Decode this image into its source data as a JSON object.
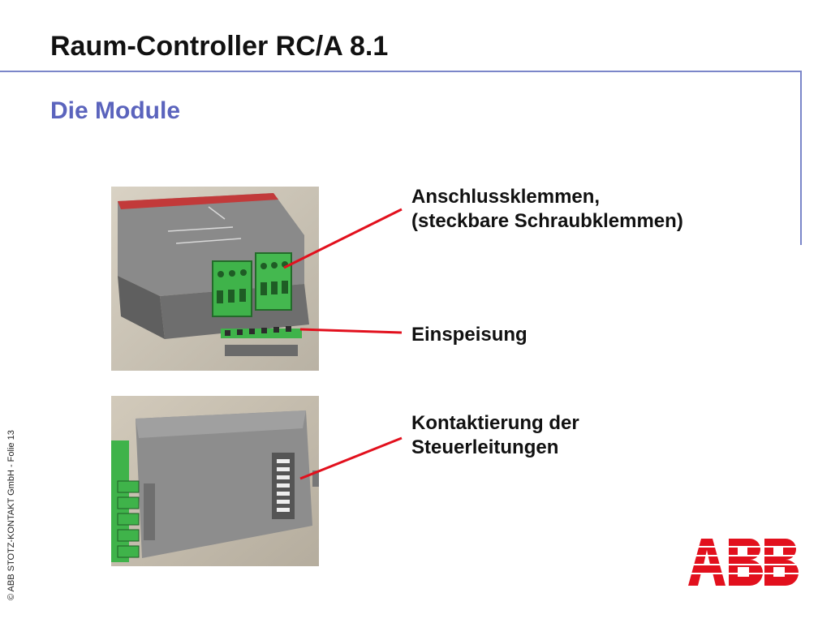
{
  "slide": {
    "title": "Raum-Controller RC/A 8.1",
    "subtitle": "Die Module",
    "footer": "© ABB STOTZ-KONTAKT GmbH  - Folie 13"
  },
  "labels": {
    "terminals_line1": "Anschlussklemmen,",
    "terminals_line2": "(steckbare Schraubklemmen)",
    "supply": "Einspeisung",
    "control_line1": "Kontaktierung der",
    "control_line2": "Steuerleitungen"
  },
  "logo": {
    "text": "ABB",
    "color": "#e2101d"
  },
  "colors": {
    "accent": "#5b64bd",
    "callout": "#e2101d",
    "terminal": "#3fb34a",
    "housing": "#7e7e7e"
  }
}
